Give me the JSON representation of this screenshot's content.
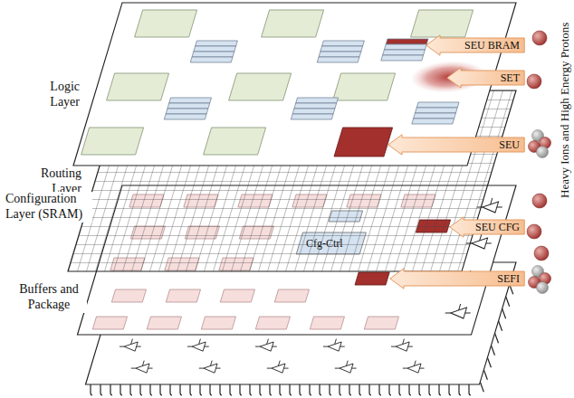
{
  "diagram": {
    "nodes": [
      {
        "text": [
          "SEU BRAM"
        ]
      },
      {
        "text": [
          "SET"
        ]
      },
      {
        "text": [
          "SEU"
        ]
      },
      {
        "text": [
          "SEU CFG"
        ]
      },
      {
        "text": [
          "SEFI"
        ]
      }
    ],
    "labels": [
      "Logic Layer",
      "Routing Layer",
      "Configuration Layer (SRAM)",
      "Buffers and Package",
      "Cfg-Ctrl",
      "Heavy Ions and High Energy Protons"
    ]
  }
}
